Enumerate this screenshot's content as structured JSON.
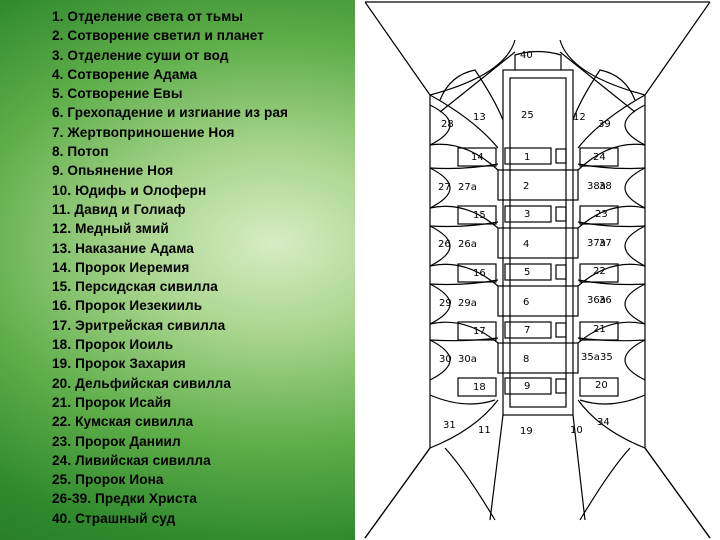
{
  "legend": {
    "items": [
      "1. Отделение света от тьмы",
      "2. Сотворение светил и планет",
      "3. Отделение суши от вод",
      "4. Сотворение Адама",
      "5. Сотворение Евы",
      "6. Грехопадение и изгиание из рая",
      "7. Жертвоприношение Ноя",
      "8. Потоп",
      "9. Опьянение Ноя",
      "10. Юдифь и Олоферн",
      "11. Давид и Голиаф",
      "12. Медный змий",
      "13. Наказание Адама",
      "14. Пророк Иеремия",
      "15. Персидская сивилла",
      "16. Пророк Иезекииль",
      "17. Эритрейская сивилла",
      "18. Пророк Иоиль",
      "19. Пророк Захария",
      "20. Дельфийская сивилла",
      "21. Пророк Исайя",
      "22. Кумская сивилла",
      "23. Пророк Даниил",
      "24. Ливийская сивилла",
      "25. Пророк Иона",
      "26-39. Предки Христа",
      "40. Страшный суд"
    ]
  },
  "plan": {
    "labels": {
      "l40": "40",
      "l13": "13",
      "l25": "25",
      "l12": "12",
      "l28": "28",
      "l39": "39",
      "l14": "14",
      "l1": "1",
      "l24": "24",
      "l27": "27",
      "l27a": "27а",
      "l2": "2",
      "l38a": "38а",
      "l38": "38",
      "l15": "15",
      "l3": "3",
      "l23": "23",
      "l26": "26",
      "l26a": "26а",
      "l4": "4",
      "l37a": "37а",
      "l37": "37",
      "l16": "16",
      "l5": "5",
      "l22": "22",
      "l29": "29",
      "l29a": "29а",
      "l6": "6",
      "l36a": "36а",
      "l36": "36",
      "l17": "17",
      "l7": "7",
      "l21": "21",
      "l30": "30",
      "l30a": "30а",
      "l8": "8",
      "l35a": "35а",
      "l35": "35",
      "l18": "18",
      "l9": "9",
      "l20": "20",
      "l31": "31",
      "l11": "11",
      "l19": "19",
      "l10": "10",
      "l34": "34"
    }
  }
}
